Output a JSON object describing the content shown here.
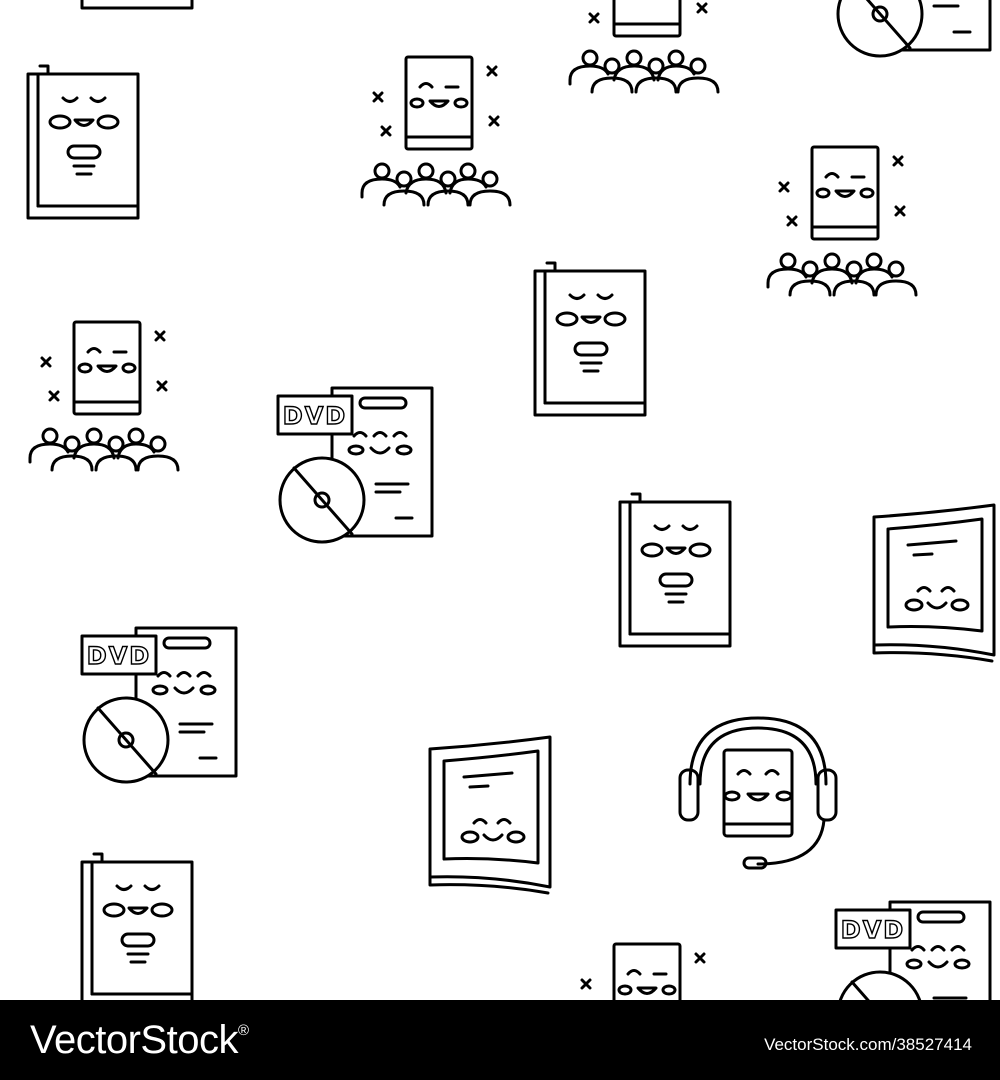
{
  "stock_image": {
    "icons": {
      "book": "smiling-book-icon",
      "audience": "happy-book-with-audience-icon",
      "dvd": "dvd-case-with-disc-icon",
      "magazine": "smiling-magazine-icon",
      "audiobook": "book-with-headphones-icon"
    },
    "dvd_label": "DVD",
    "colors": {
      "line": "#000000",
      "background": "#ffffff",
      "footer": "#000000",
      "footer_text": "#ffffff"
    }
  },
  "footer": {
    "brand_name": "VectorStock",
    "brand_mark": "®",
    "credit": "VectorStock.com/38527414"
  }
}
